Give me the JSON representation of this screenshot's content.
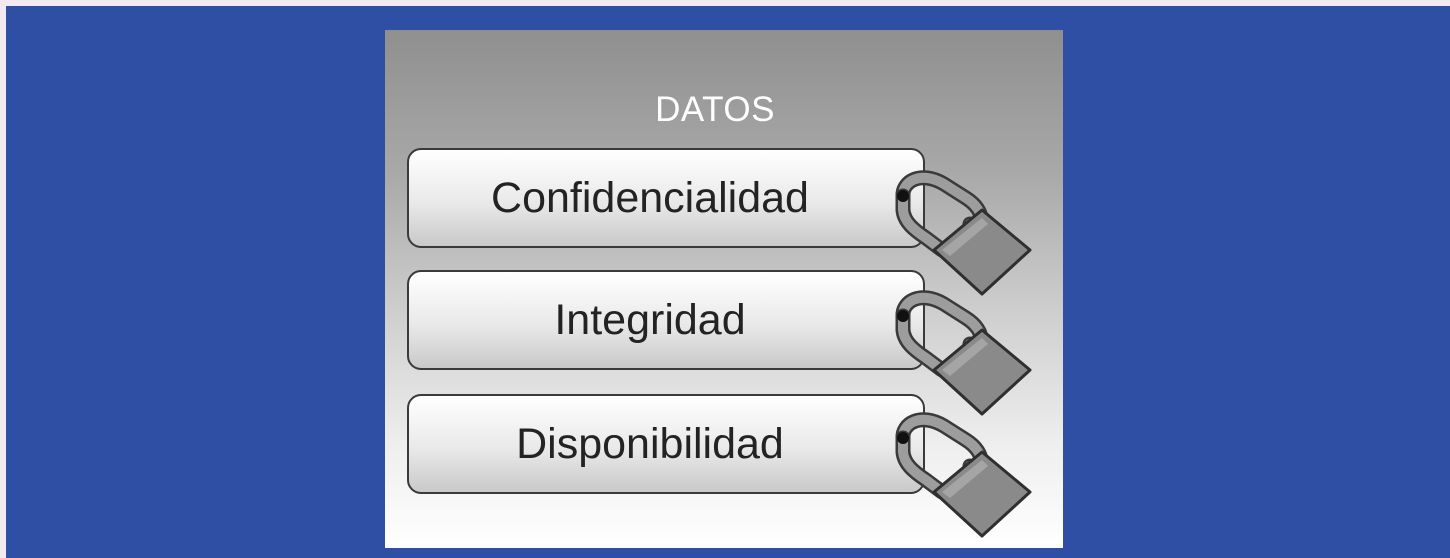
{
  "colors": {
    "background": "#2e4fa3",
    "top_strip": "#f3eaf0",
    "lock_body": "#8a8a8a",
    "lock_shackle": "#9d9d9d",
    "outline": "#3a3a3a",
    "title_text": "#ffffff"
  },
  "diagram": {
    "title": "DATOS",
    "items": [
      {
        "label": "Confidencialidad",
        "icon": "padlock-icon"
      },
      {
        "label": "Integridad",
        "icon": "padlock-icon"
      },
      {
        "label": "Disponibilidad",
        "icon": "padlock-icon"
      }
    ]
  }
}
